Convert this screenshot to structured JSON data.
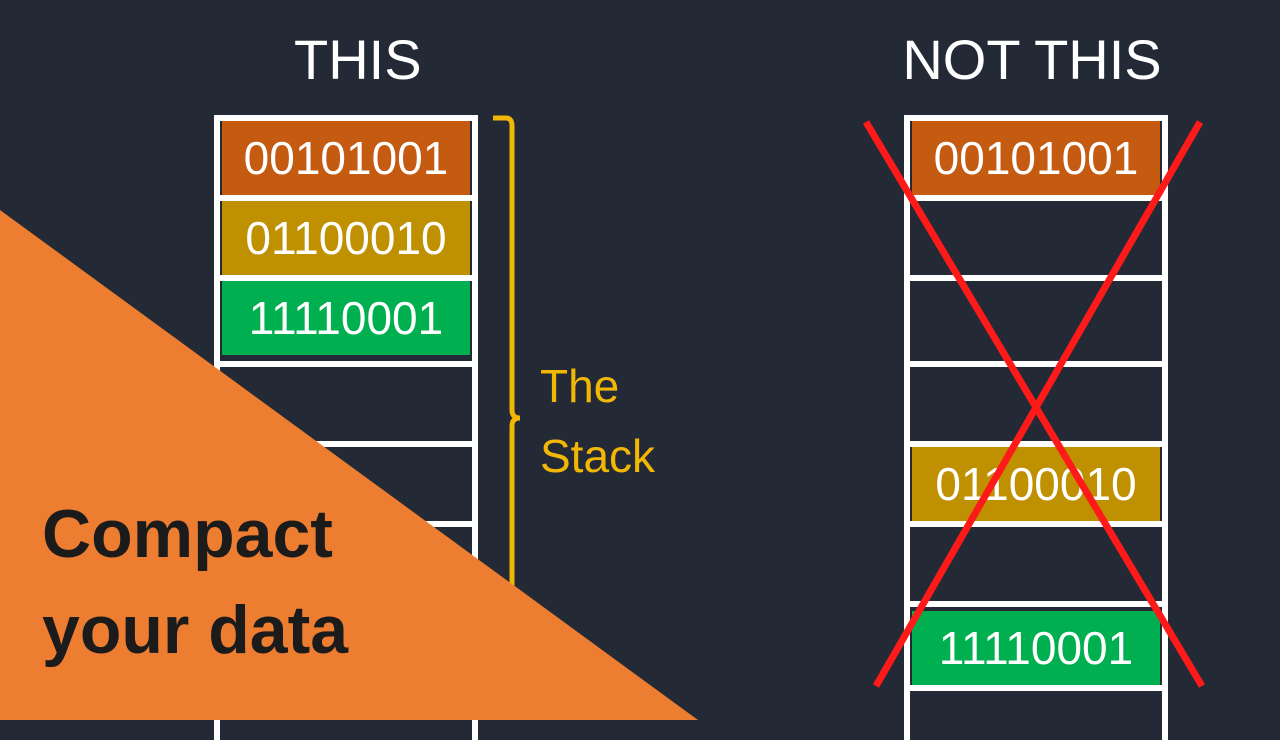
{
  "left_panel": {
    "heading": "THIS",
    "cells": [
      "00101001",
      "01100010",
      "11110001",
      "",
      "",
      "",
      ""
    ],
    "brace_label": [
      "The",
      "Stack"
    ]
  },
  "right_panel": {
    "heading": "NOT THIS",
    "cells": [
      "00101001",
      "",
      "",
      "",
      "01100010",
      "",
      "11110001"
    ],
    "crossed_out": true
  },
  "banner": {
    "lines": [
      "Compact",
      "your data"
    ]
  },
  "colors": {
    "background": "#232a35",
    "byte_1": "#c55a11",
    "byte_2": "#bf9000",
    "byte_3": "#00b050",
    "brace": "#f2b705",
    "cross": "#ff1a1a",
    "banner": "#ed7d31"
  }
}
